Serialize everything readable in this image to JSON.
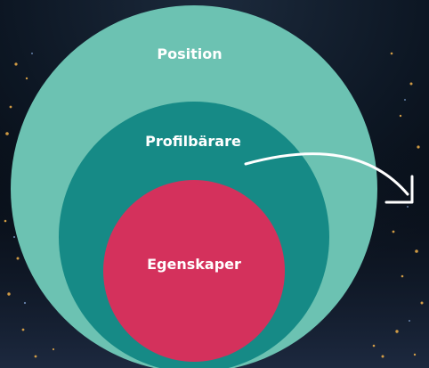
{
  "diagram": {
    "outer_label": "Position",
    "middle_label": "Profilbärare",
    "inner_label": "Egenskaper",
    "colors": {
      "outer": "#6cc2b2",
      "middle": "#168a86",
      "inner": "#d4315c",
      "arrow": "#ffffff",
      "text": "#ffffff"
    }
  },
  "background": {
    "description_icon": "night-city-photo"
  }
}
